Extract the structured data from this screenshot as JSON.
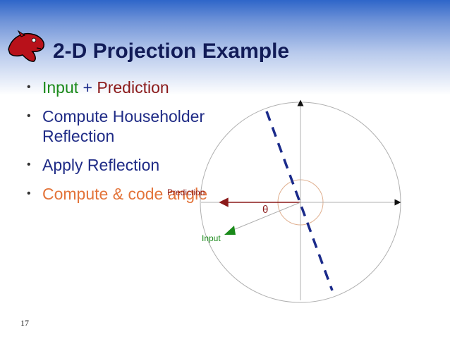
{
  "slide": {
    "title": "2-D Projection Example",
    "page_number": "17"
  },
  "bullets": [
    {
      "parts": [
        {
          "text": "Input",
          "color": "#1a8a1a"
        },
        {
          "text": " + ",
          "color": "#1a2a8a"
        },
        {
          "text": "Prediction",
          "color": "#8b1a1a"
        }
      ]
    },
    {
      "parts": [
        {
          "text": "Compute Householder Reflection",
          "color": "#1f2b86"
        }
      ]
    },
    {
      "parts": [
        {
          "text": "Apply Reflection",
          "color": "#1f2b86"
        }
      ]
    },
    {
      "parts": [
        {
          "text": "Compute & code angle",
          "color": "#e3743a"
        }
      ]
    }
  ],
  "diagram": {
    "prediction_label": "Prediction",
    "input_label": "Input",
    "theta_label": "θ",
    "colors": {
      "prediction": "#8b1a1a",
      "input": "#1a8a1a",
      "reflection_line": "#1a2a8a",
      "circle": "#b0b0b0",
      "small_circle": "#e0b090",
      "axes": "#b0b0b0",
      "theta": "#8b1a1a"
    }
  }
}
